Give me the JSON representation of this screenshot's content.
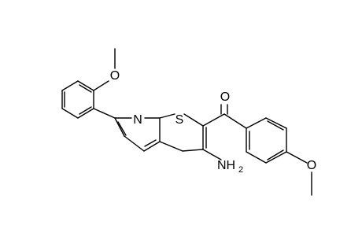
{
  "molecule": {
    "atoms": {
      "methoxy_top_o": "O",
      "carbonyl_o": "O",
      "pyridine_n": "N",
      "thiophene_s": "S",
      "amine_nh": "NH",
      "amine_sub": "2",
      "methoxy_bottom_o": "O"
    },
    "colors": {
      "bond": "#000000",
      "label": "#000000",
      "background": "#ffffff"
    }
  }
}
